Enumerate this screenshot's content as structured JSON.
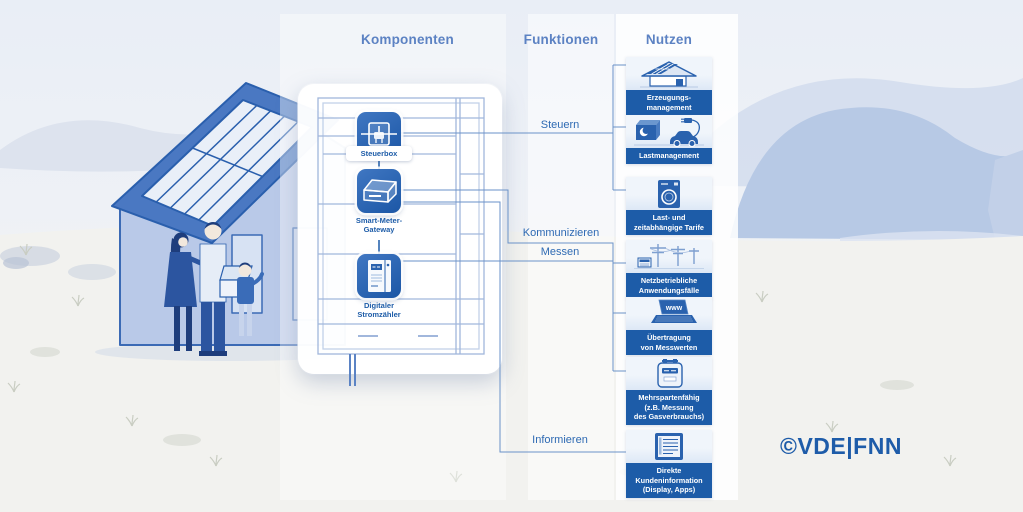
{
  "headers": {
    "komponenten": "Komponenten",
    "funktionen": "Funktionen",
    "nutzen": "Nutzen"
  },
  "components": [
    {
      "name": "steuerbox",
      "icon": "steuerbox-icon",
      "lines": [
        "Steuerbox"
      ]
    },
    {
      "name": "smart-meter-gateway",
      "icon": "gateway-icon",
      "lines": [
        "Smart-Meter-",
        "Gateway"
      ]
    },
    {
      "name": "digitaler-stromzaehler",
      "icon": "meter-cabinet-icon",
      "lines": [
        "Digitaler",
        "Stromzähler"
      ]
    }
  ],
  "functions": [
    {
      "label": "Steuern"
    },
    {
      "label": "Kommunizieren"
    },
    {
      "label": "Messen"
    },
    {
      "label": "Informieren"
    }
  ],
  "benefits": [
    {
      "icon": "solar-house-icon",
      "lines": [
        "Erzeugungs-",
        "management"
      ]
    },
    {
      "icon": "load-management-icon",
      "lines": [
        "Lastmanagement"
      ]
    },
    {
      "icon": "washing-machine-icon",
      "lines": [
        "Last- und",
        "zeitabhängige Tarife"
      ]
    },
    {
      "icon": "power-lines-icon",
      "lines": [
        "Netzbetriebliche",
        "Anwendungsfälle"
      ]
    },
    {
      "icon": "laptop-www-icon",
      "screen_text": "www",
      "lines": [
        "Übertragung",
        "von Messwerten"
      ]
    },
    {
      "icon": "gas-meter-icon",
      "lines": [
        "Mehrspartenfähig",
        "(z.B. Messung",
        "des Gasverbrauchs)"
      ]
    },
    {
      "icon": "customer-display-icon",
      "lines": [
        "Direkte",
        "Kundeninformation",
        "(Display, Apps)"
      ]
    }
  ],
  "logo": {
    "text": "©VDE|FNN"
  },
  "colors": {
    "primary_blue": "#1d5ca8",
    "tile_blue": "#2a64b0",
    "line_blue": "#6a92c8",
    "header_blue": "#5c82c3",
    "icon_area_bg": "#e9f0f9",
    "background_sky": "#e7edf5"
  },
  "illustration": {
    "left": "house-with-solar-panels-and-family",
    "center": "meter-cabinet-sketch"
  }
}
